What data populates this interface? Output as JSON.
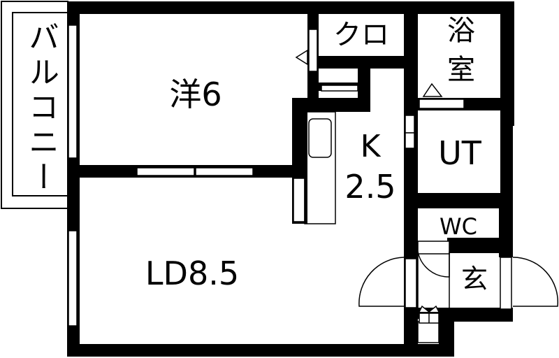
{
  "floor_plan": {
    "colors": {
      "wall": "#000000",
      "background": "#ffffff"
    },
    "rooms": [
      {
        "id": "balcony",
        "label": "バルコニー"
      },
      {
        "id": "western_room",
        "label": "洋6",
        "type": "Western-style room",
        "size_jo": 6
      },
      {
        "id": "closet",
        "label": "クロ",
        "type": "Closet"
      },
      {
        "id": "bathroom",
        "label_line1": "浴",
        "label_line2": "室",
        "type": "Bathroom"
      },
      {
        "id": "kitchen",
        "label_line1": "K",
        "label_line2": "2.5",
        "type": "Kitchen",
        "size_jo": 2.5
      },
      {
        "id": "utility",
        "label": "UT",
        "type": "Utility"
      },
      {
        "id": "toilet",
        "label": "WC",
        "type": "Toilet"
      },
      {
        "id": "entrance",
        "label": "玄",
        "type": "Entrance"
      },
      {
        "id": "living_dining",
        "label": "LD8.5",
        "type": "Living/Dining",
        "size_jo": 8.5
      }
    ]
  }
}
